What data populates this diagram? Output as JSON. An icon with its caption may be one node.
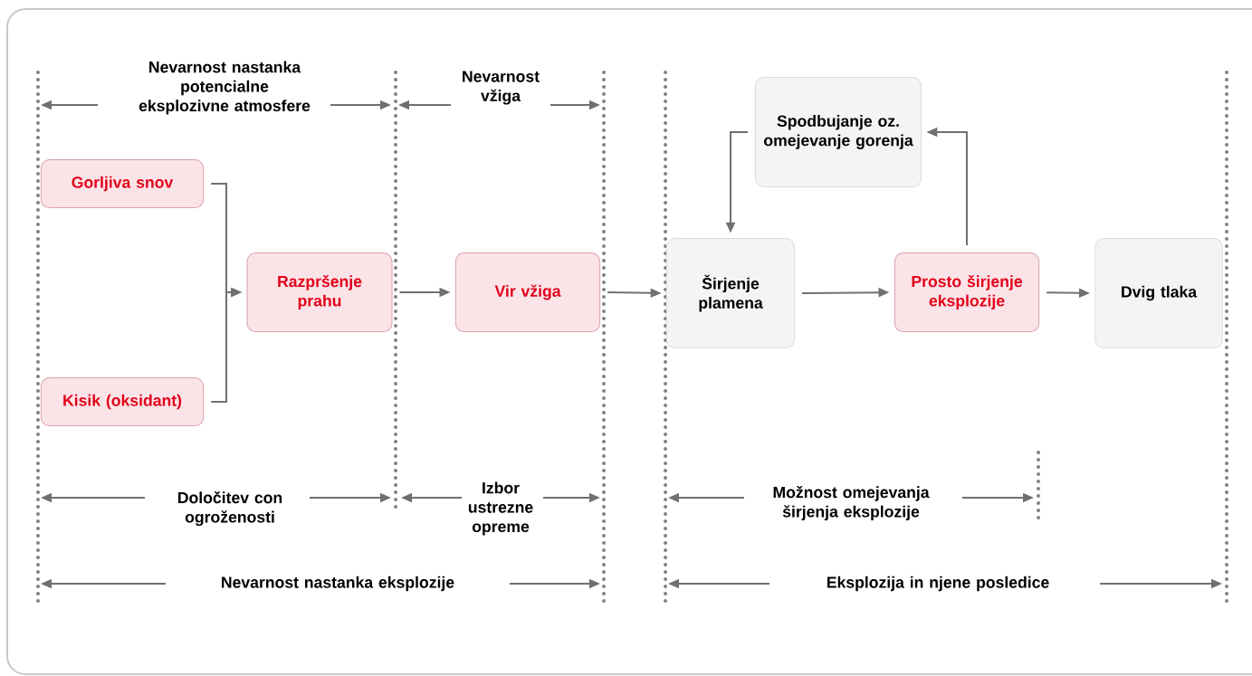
{
  "diagram": {
    "nodes": [
      {
        "text": [
          "Gorljiva snov"
        ]
      },
      {
        "text": [
          "Kisik (oksidant)"
        ]
      },
      {
        "text": [
          "Razpršenje prahu"
        ]
      },
      {
        "text": [
          "Vir vžiga"
        ]
      },
      {
        "text": [
          "Spodbujanje oz. omejevanje gorenja"
        ]
      },
      {
        "text": [
          "Širjenje plamena"
        ]
      },
      {
        "text": [
          "Prosto širjenje eksplozije"
        ]
      },
      {
        "text": [
          "Dvig tlaka"
        ]
      }
    ],
    "edges": [
      {
        "from": 0,
        "to": 2,
        "arrow": "to"
      },
      {
        "from": 1,
        "to": 2,
        "arrow": "to"
      },
      {
        "from": 2,
        "to": 3,
        "arrow": "to"
      },
      {
        "from": 3,
        "to": 5,
        "arrow": "to"
      },
      {
        "from": 5,
        "to": 6,
        "arrow": "to"
      },
      {
        "from": 6,
        "to": 7,
        "arrow": "to"
      },
      {
        "from": 6,
        "to": 4,
        "arrow": "to"
      },
      {
        "from": 4,
        "to": 5,
        "arrow": "to"
      }
    ],
    "labels": [
      "Nevarnost nastanka potencialne eksplozivne atmosfere",
      "Nevarnost vžiga",
      "Določitev con ogroženosti",
      "Izbor ustrezne opreme",
      "Možnost omejevanja širjenja eksplozije",
      "Nevarnost nastanka eksplozije",
      "Eksplozija in njene posledice"
    ]
  }
}
